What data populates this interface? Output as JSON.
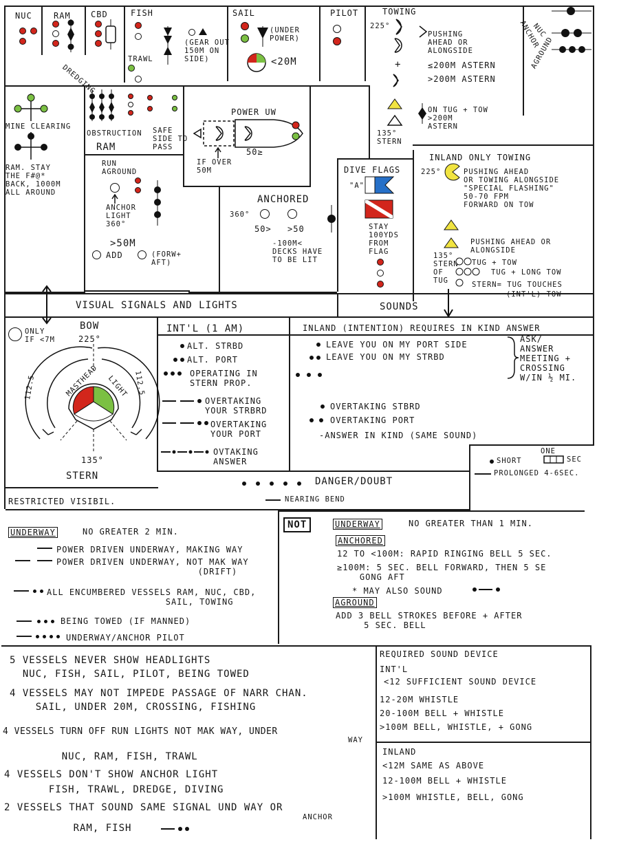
{
  "top": {
    "nuc": "NUC",
    "ram": "RAM",
    "cbd": "CBD",
    "fish": "FISH",
    "trawl": "TRAWL",
    "gear_out": "(GEAR OUT\n150M ON\nSIDE)",
    "sail": "SAIL",
    "under_power": "(UNDER\nPOWER)",
    "lt20": "<20M",
    "pilot": "PILOT",
    "towing": "TOWING",
    "deg225a": "225°",
    "pushing": "PUSHING\nAHEAD OR\nALONGSIDE",
    "le200": "≤200M ASTERN",
    "gt200": ">200M ASTERN",
    "plus": "+",
    "on_tug": "ON TUG + TOW\n>200M\nASTERN",
    "deg135a": "135°\nSTERN",
    "dredging": "DREDGING",
    "side_nuc": "NUC",
    "side_anchor": "ANCHOR",
    "side_aground": "AGROUND"
  },
  "mid": {
    "mine": "MINE CLEARING",
    "ram_stay": "RAM. STAY\nTHE F#@*\nBACK, 1000M\nALL AROUND",
    "obstruction": "OBSTRUCTION",
    "ram2": "RAM",
    "safe": "SAFE\nSIDE TO\nPASS",
    "power_uw": "POWER UW",
    "if_over": "IF OVER\n50M",
    "fifty": "50≥",
    "run_aground": "RUN\nAGROUND",
    "anchor_light": "ANCHOR\nLIGHT\n360°",
    "gt50": ">50M",
    "add": "ADD",
    "fwd_aft": "(FORW+\nAFT)",
    "anchored": "ANCHORED",
    "deg360": "360°",
    "a50": "50>",
    "gt50b": ">50",
    "decks": "-100M<\nDECKS HAVE\nTO BE LIT",
    "dive_flags": "DIVE FLAGS",
    "flag_a": "\"A\"",
    "stay": "STAY\n100YDS\nFROM\nFLAG",
    "inland_towing": "INLAND ONLY TOWING",
    "deg225b": "225°",
    "inland_push": "PUSHING AHEAD\nOR TOWING ALONGSIDE\n\"SPECIAL FLASHING\"\n50-70 FPM\nFORWARD ON TOW",
    "inland_push2": "PUSHING AHEAD OR\nALONGSIDE",
    "deg135b": "135°\nSTERN\nOF\nTUG",
    "tug_tow": "TUG + TOW",
    "tug_long": "TUG + LONG TOW",
    "stern_touch": "STERN= TUG TOUCHES",
    "intl_tow": "(INT'L)        TOW"
  },
  "banner": {
    "visual": "VISUAL    SIGNALS    AND    LIGHTS",
    "sounds": "SOUNDS"
  },
  "bow": {
    "only": "ONLY\nIF <7M",
    "bow": "BOW",
    "deg225": "225°",
    "masthead": "MASTHEAD",
    "light": "LIGHT",
    "left": "112.5",
    "right": "112.5",
    "deg135": "135°",
    "stern": "STERN"
  },
  "intl": {
    "head": "INT'L (1 AM)",
    "rows": [
      "ALT. STRBD",
      "ALT. PORT",
      "OPERATING IN\nSTERN PROP."
    ],
    "overtake1": "OVERTAKING\nYOUR STRBRD",
    "overtake2": "OVERTAKING\nYOUR PORT",
    "ovtaking": "OVTAKING\nANSWER"
  },
  "inland": {
    "head": "INLAND (INTENTION) REQUIRES IN KIND ANSWER",
    "leave_port": "LEAVE YOU ON MY PORT SIDE",
    "leave_strbd": "LEAVE YOU ON MY STRBD",
    "ask": "ASK/\nANSWER\nMEETING +\nCROSSING\nW/IN ½ MI.",
    "ovt_strbd": "OVERTAKING STBRD",
    "ovt_port": "OVERTAKING PORT",
    "answer": "-ANSWER IN KIND (SAME SOUND)"
  },
  "short": {
    "one": "ONE",
    "short": "SHORT",
    "sec": "SEC",
    "prolonged": "PROLONGED 4-6SEC."
  },
  "danger": {
    "text": "DANGER/DOUBT",
    "bend": "NEARING BEND"
  },
  "restricted": "RESTRICTED   VISIBIL.",
  "underway": {
    "title": "UNDERWAY",
    "limit": "NO GREATER 2 MIN.",
    "rows": [
      "POWER DRIVEN UNDERWAY, MAKING WAY",
      "POWER DRIVEN UNDERWAY, NOT MAK WAY\n                         (DRIFT)",
      "ALL ENCUMBERED VESSELS RAM, NUC, CBD,\n                     SAIL, TOWING",
      "BEING TOWED (IF MANNED)",
      "UNDERWAY/ANCHOR PILOT"
    ]
  },
  "not_underway": {
    "title": "NOT",
    "title2": "UNDERWAY",
    "limit": "NO GREATER THAN 1 MIN.",
    "anchored": "ANCHORED",
    "a1": "12 TO <100M: RAPID RINGING BELL 5 SEC.",
    "a2": "≥100M: 5 SEC. BELL FORWARD, THEN 5 SE\n    GONG AFT",
    "a3": "* MAY ALSO SOUND",
    "aground": "AGROUND",
    "g1": "ADD 3 BELL STROKES BEFORE + AFTER\n     5 SEC. BELL"
  },
  "rules": [
    "5 VESSELS NEVER SHOW HEADLIGHTS",
    "  NUC, FISH, SAIL, PILOT, BEING TOWED",
    "4 VESSELS MAY NOT IMPEDE PASSAGE OF NARR CHAN.",
    "    SAIL, UNDER 20M, CROSSING, FISHING",
    "4 VESSELS TURN OFF RUN LIGHTS NOT MAK WAY, UNDER",
    "    NUC, RAM, FISH, TRAWL",
    "4 VESSELS DON'T SHOW ANCHOR LIGHT",
    "  FISH, TRAWL, DREDGE, DIVING",
    "2 VESSELS THAT SOUND SAME SIGNAL UND WAY OR",
    "      RAM, FISH"
  ],
  "rules_way": "WAY",
  "rules_anchor": "ANCHOR",
  "device": {
    "title": "REQUIRED SOUND DEVICE",
    "intl": "INT'L",
    "i1": "<12 SUFFICIENT SOUND DEVICE",
    "i2": "12-20M WHISTLE",
    "i3": "20-100M BELL + WHISTLE",
    "i4": ">100M BELL, WHISTLE, + GONG",
    "inland": "INLAND",
    "n1": "<12M SAME AS ABOVE",
    "n2": "12-100M BELL + WHISTLE",
    "n3": ">100M WHISTLE, BELL, GONG"
  }
}
